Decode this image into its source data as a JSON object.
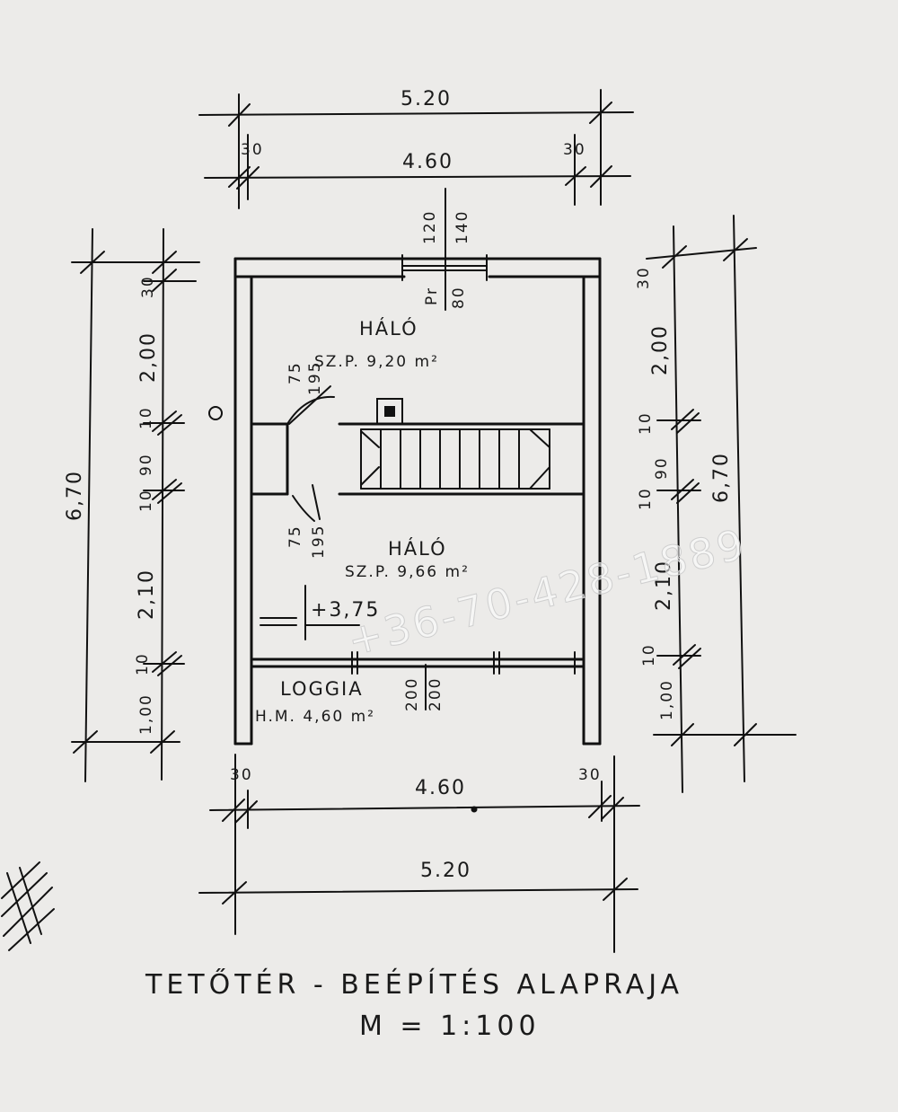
{
  "plan": {
    "top": {
      "outer": "5.20",
      "inner": "4.60",
      "left_wall": "30",
      "right_wall": "30"
    },
    "bottom": {
      "outer": "5.20",
      "inner": "4.60",
      "left_wall": "30",
      "right_wall": "30"
    },
    "left": {
      "total": "6,70",
      "seg1": "30",
      "seg2": "2,00",
      "seg3": "10",
      "seg4": "90",
      "seg5": "10",
      "seg6": "2,10",
      "seg7": "10",
      "seg8": "1,00"
    },
    "right": {
      "total": "6,70",
      "seg1": "30",
      "seg2": "2,00",
      "seg3": "10",
      "seg4": "90",
      "seg5": "10",
      "seg6": "2,10",
      "seg7": "10",
      "seg8": "1,00"
    },
    "window_top": {
      "w": "120",
      "h": "140",
      "p": "Pr",
      "p_val": "80"
    },
    "door_upper": {
      "w": "75",
      "h": "195"
    },
    "door_lower": {
      "w": "75",
      "h": "195"
    },
    "loggia_door": {
      "a": "200",
      "b": "200"
    },
    "level": "+3,75",
    "circle_mark": "O"
  },
  "rooms": {
    "halo1": {
      "name": "HÁLÓ",
      "area": "SZ.P. 9,20 m²"
    },
    "halo2": {
      "name": "HÁLÓ",
      "area": "SZ.P. 9,66 m²"
    },
    "loggia": {
      "name": "LOGGIA",
      "area": "H.M. 4,60 m²"
    }
  },
  "watermark": "+36-70-428-1889",
  "title": {
    "line1": "TETŐTÉR - BEÉPÍTÉS ALAPRAJA",
    "line2": "M = 1:100"
  }
}
